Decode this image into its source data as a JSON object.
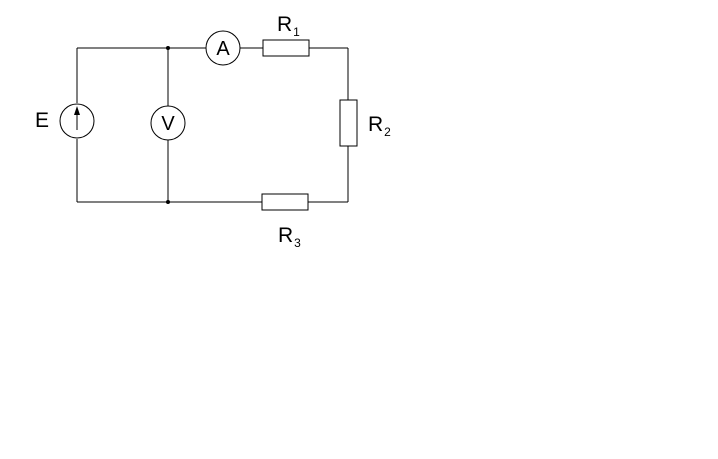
{
  "labels": {
    "source": "E",
    "voltmeter": "V",
    "ammeter": "A",
    "r1": {
      "main": "R",
      "sub": "1"
    },
    "r2": {
      "main": "R",
      "sub": "2"
    },
    "r3": {
      "main": "R",
      "sub": "3"
    }
  }
}
